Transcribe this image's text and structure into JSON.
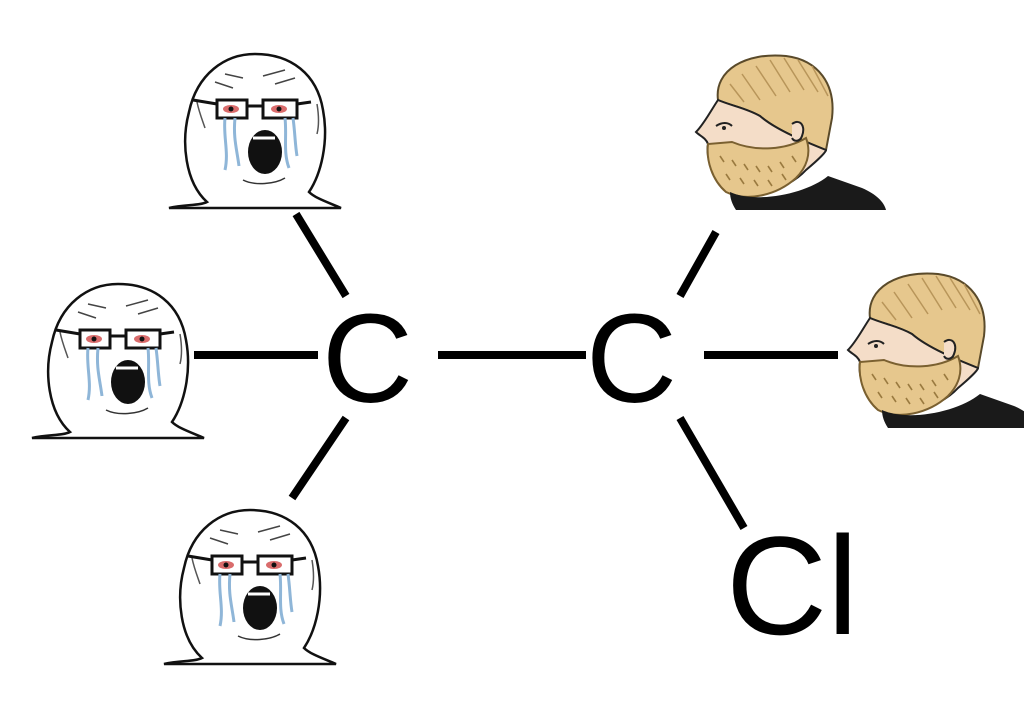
{
  "molecule": {
    "atoms": [
      {
        "id": "c1",
        "label": "C"
      },
      {
        "id": "c2",
        "label": "C"
      },
      {
        "id": "cl",
        "label": "Cl"
      }
    ],
    "bonds": [
      {
        "from": "c1",
        "to": "wojak-top"
      },
      {
        "from": "c1",
        "to": "wojak-left"
      },
      {
        "from": "c1",
        "to": "wojak-bottom"
      },
      {
        "from": "c1",
        "to": "c2"
      },
      {
        "from": "c2",
        "to": "chad-top"
      },
      {
        "from": "c2",
        "to": "chad-right"
      },
      {
        "from": "c2",
        "to": "cl"
      }
    ]
  },
  "substituents": {
    "crying_wojak_count": 3,
    "bearded_chad_count": 2
  },
  "colors": {
    "bond": "#000000",
    "atom_text": "#000000",
    "hair": "#e6c78d",
    "skin": "#f4ddc8",
    "tears": "#8fb6d8",
    "shirt": "#1a1a1a",
    "background": "#ffffff"
  }
}
